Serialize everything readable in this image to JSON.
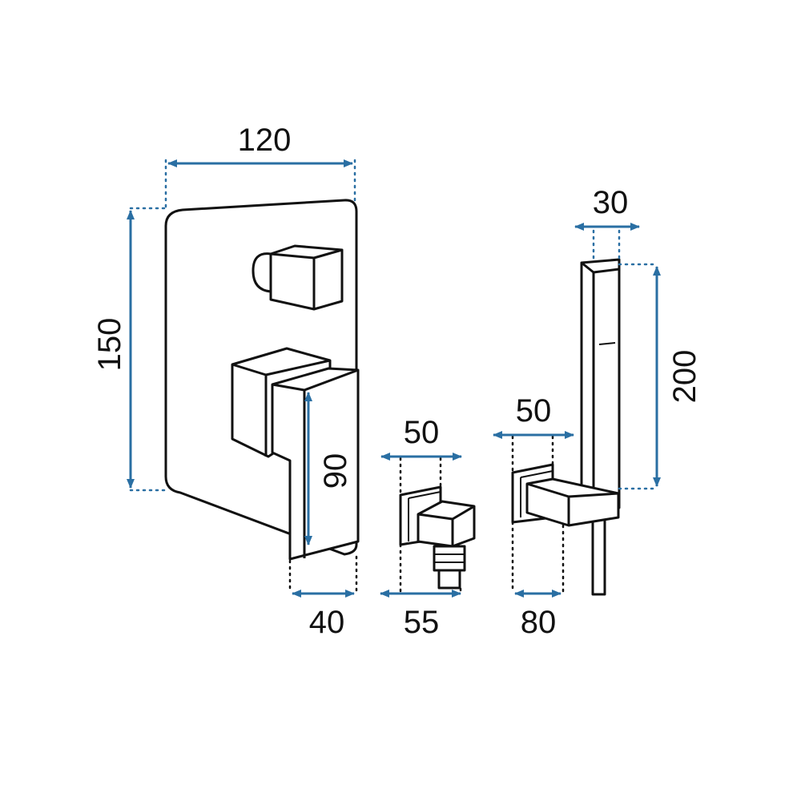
{
  "colors": {
    "dimension": "#2a6fa3",
    "outline": "#111111",
    "background": "#ffffff"
  },
  "dimensions": {
    "plate_width": "120",
    "plate_height": "150",
    "lever_height": "90",
    "lever_depth": "40",
    "outlet_width": "50",
    "outlet_depth": "55",
    "holder_width": "50",
    "holder_depth": "80",
    "handshower_width": "30",
    "handshower_length": "200"
  }
}
